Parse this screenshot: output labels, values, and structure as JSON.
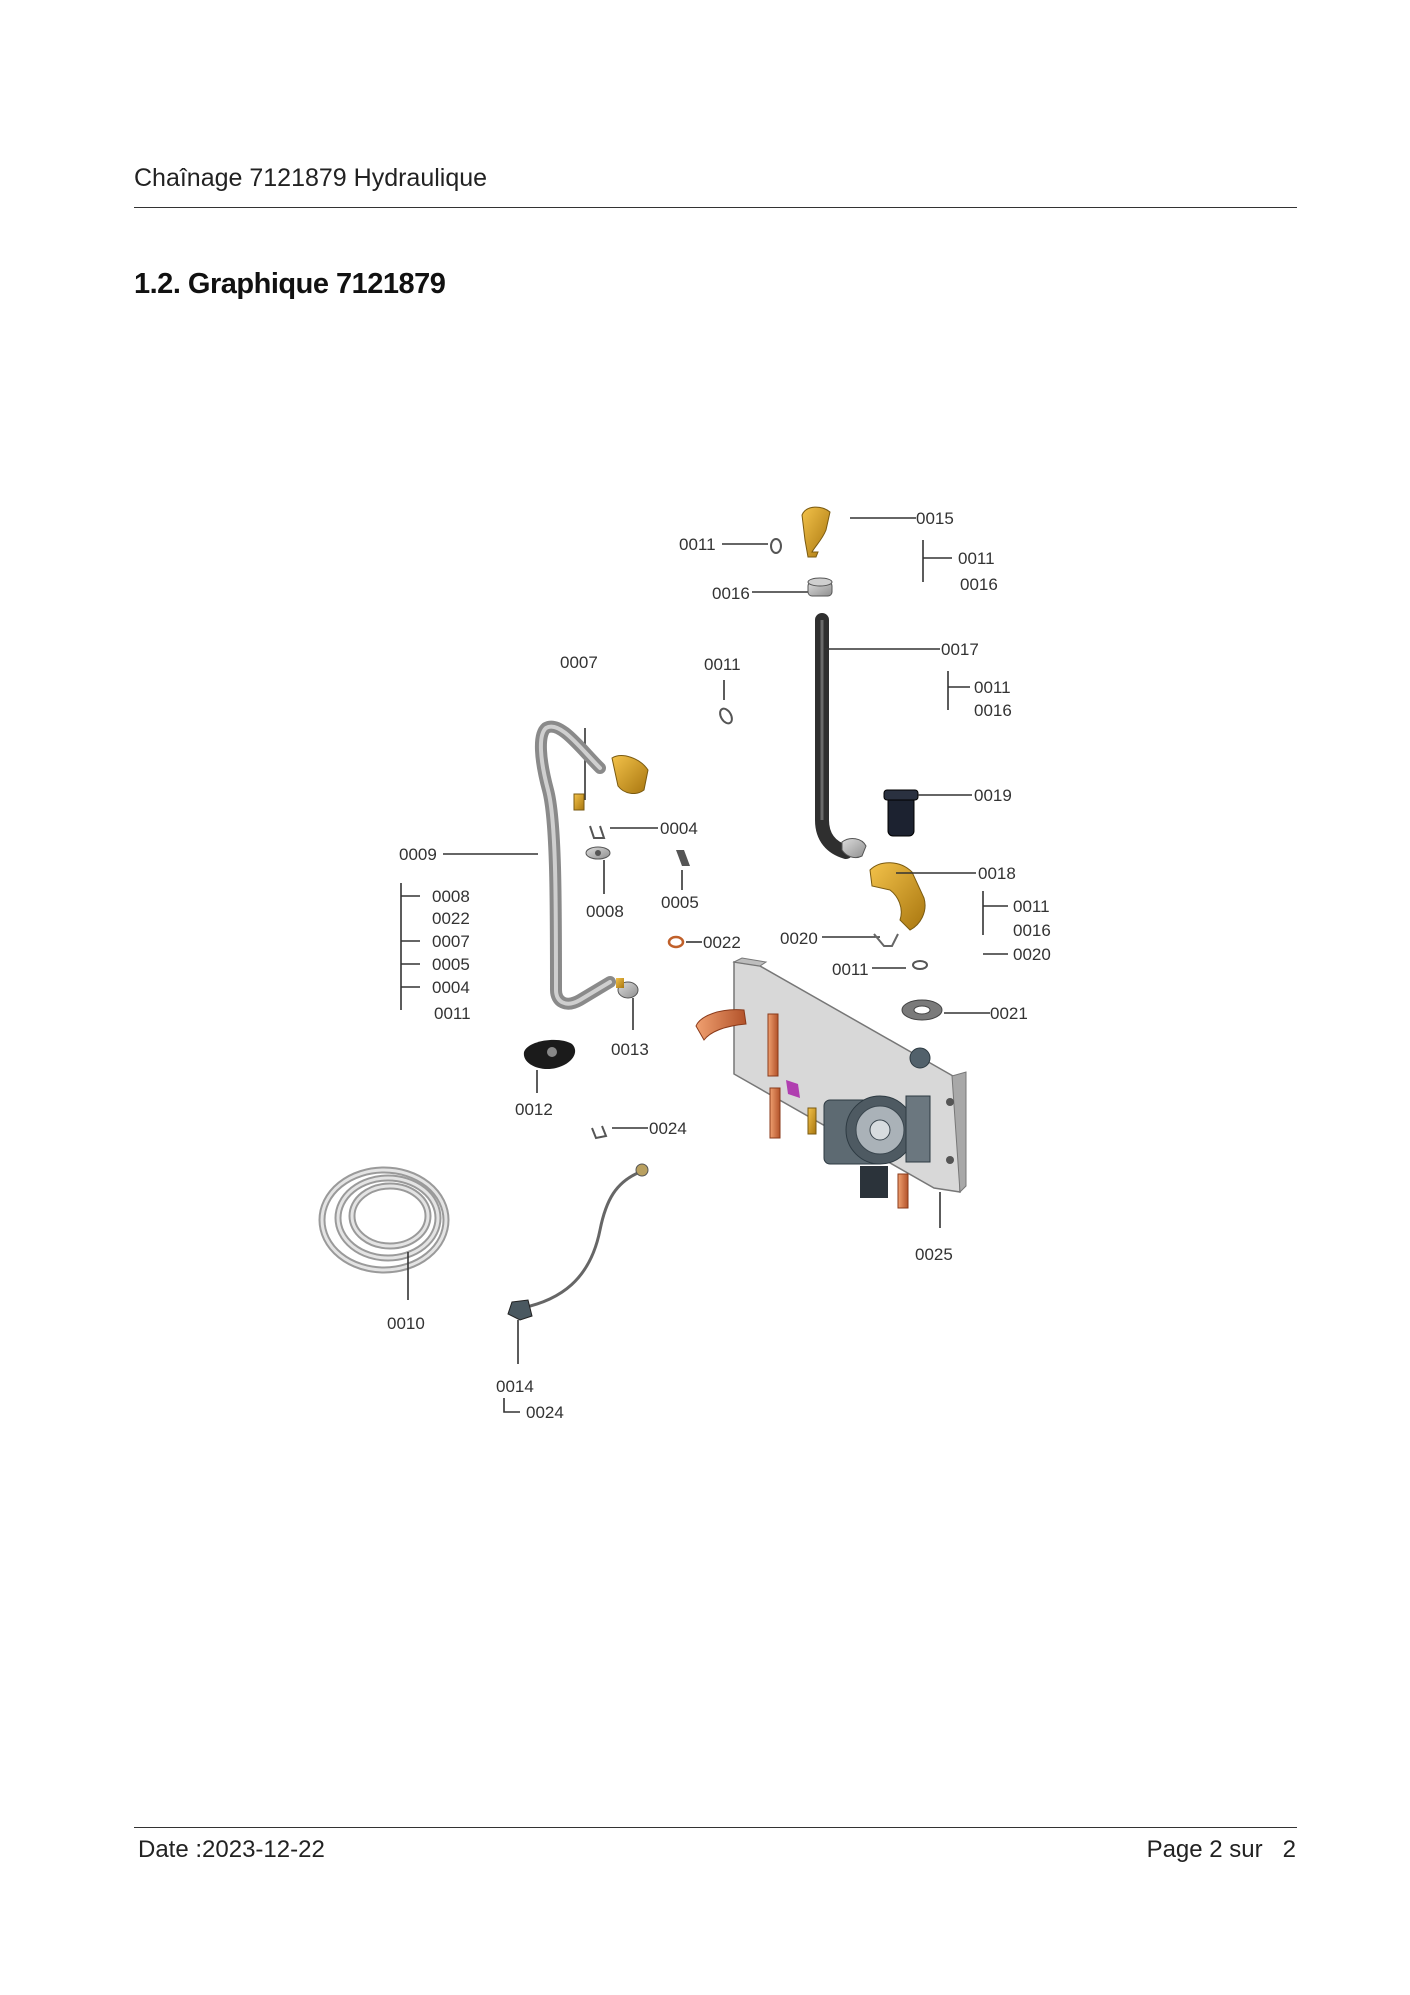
{
  "header": {
    "title": "Chaînage 7121879 Hydraulique"
  },
  "section": {
    "title": "1.2. Graphique 7121879"
  },
  "diagram": {
    "callouts": {
      "c0015": "0015",
      "c0011_top": "0011",
      "c0011_r1": "0011",
      "c0016_r1": "0016",
      "c0016_left": "0016",
      "c0007_top": "0007",
      "c0011_mid": "0011",
      "c0017": "0017",
      "c0011_r2": "0011",
      "c0016_r2": "0016",
      "c0019": "0019",
      "c0009": "0009",
      "c0004": "0004",
      "c0008_list": "0008",
      "c0022_list": "0022",
      "c0007_list": "0007",
      "c0005_list": "0005",
      "c0004_list": "0004",
      "c0011_list": "0011",
      "c0008": "0008",
      "c0005": "0005",
      "c0018": "0018",
      "c0011_r3": "0011",
      "c0016_r3": "0016",
      "c0020_r3": "0020",
      "c0022": "0022",
      "c0020": "0020",
      "c0011_low": "0011",
      "c0021": "0021",
      "c0013": "0013",
      "c0012": "0012",
      "c0024": "0024",
      "c0025": "0025",
      "c0010": "0010",
      "c0014": "0014",
      "c0024_bottom": "0024"
    }
  },
  "footer": {
    "date": "Date :2023-12-22",
    "page": "Page 2 sur   2"
  }
}
